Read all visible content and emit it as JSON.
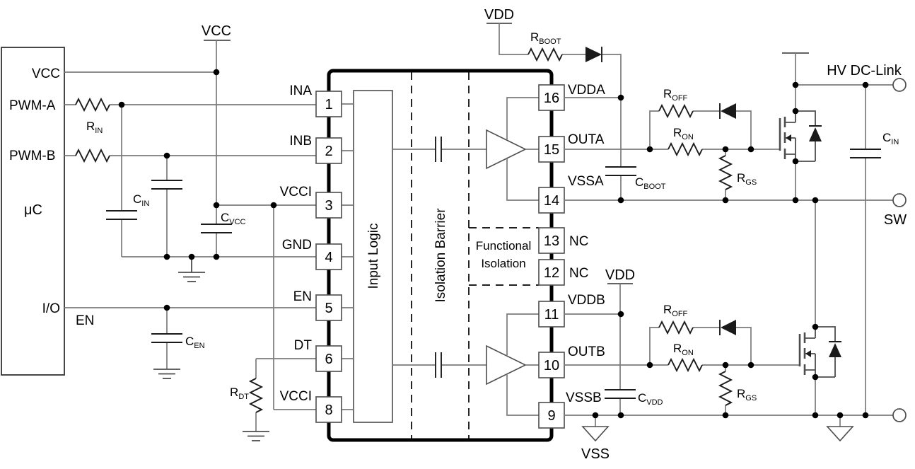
{
  "colors": {
    "wire": "#7b7b7b",
    "component": "#1a1a1a",
    "outline": "#000000",
    "gray": "#4d4d4d",
    "background": "#ffffff",
    "text": "#000000"
  },
  "mcu": {
    "label": "μC",
    "pin_vcc": "VCC",
    "pin_pwm_a": "PWM-A",
    "pin_pwm_b": "PWM-B",
    "pin_io": "I/O"
  },
  "supplies": {
    "vcc": "VCC",
    "vdd": "VDD",
    "vss": "VSS"
  },
  "nets": {
    "en": "EN",
    "hv_dc_link": "HV DC-Link",
    "sw": "SW"
  },
  "ic": {
    "input_logic": "Input Logic",
    "isolation_barrier": "Isolation Barrier",
    "functional_isolation_line1": "Functional",
    "functional_isolation_line2": "Isolation",
    "left_pins": [
      {
        "num": "1",
        "name": "INA"
      },
      {
        "num": "2",
        "name": "INB"
      },
      {
        "num": "3",
        "name": "VCCI"
      },
      {
        "num": "4",
        "name": "GND"
      },
      {
        "num": "5",
        "name": "EN"
      },
      {
        "num": "6",
        "name": "DT"
      },
      {
        "num": "8",
        "name": "VCCI"
      }
    ],
    "right_pins": [
      {
        "num": "16",
        "name": "VDDA"
      },
      {
        "num": "15",
        "name": "OUTA"
      },
      {
        "num": "14",
        "name": "VSSA"
      },
      {
        "num": "13",
        "name": "NC"
      },
      {
        "num": "12",
        "name": "NC"
      },
      {
        "num": "11",
        "name": "VDDB"
      },
      {
        "num": "10",
        "name": "OUTB"
      },
      {
        "num": "9",
        "name": "VSSB"
      }
    ]
  },
  "components": {
    "r_in": {
      "base": "R",
      "sub": "IN"
    },
    "c_in": {
      "base": "C",
      "sub": "IN"
    },
    "c_vcc": {
      "base": "C",
      "sub": "VCC"
    },
    "c_en": {
      "base": "C",
      "sub": "EN"
    },
    "r_dt": {
      "base": "R",
      "sub": "DT"
    },
    "r_boot": {
      "base": "R",
      "sub": "BOOT"
    },
    "r_off": {
      "base": "R",
      "sub": "OFF"
    },
    "r_on": {
      "base": "R",
      "sub": "ON"
    },
    "r_gs": {
      "base": "R",
      "sub": "GS"
    },
    "c_boot": {
      "base": "C",
      "sub": "BOOT"
    },
    "c_vdd": {
      "base": "C",
      "sub": "VDD"
    },
    "c_in_hv": {
      "base": "C",
      "sub": "IN"
    }
  }
}
